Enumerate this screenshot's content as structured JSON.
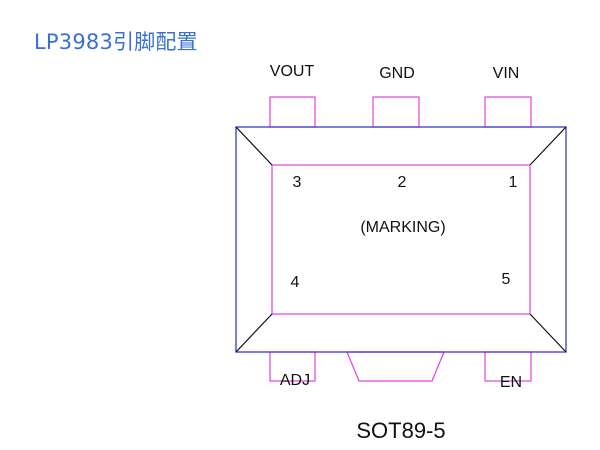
{
  "title": "LP3983引脚配置",
  "colors": {
    "title": "#3a6fd8",
    "body_outline": "#3a3ad0",
    "pad_outline": "#e040e0",
    "text": "#111111"
  },
  "pins_top": [
    {
      "name": "VOUT",
      "number": "3"
    },
    {
      "name": "GND",
      "number": "2"
    },
    {
      "name": "VIN",
      "number": "1"
    }
  ],
  "pins_bottom": [
    {
      "name": "ADJ",
      "number": "4"
    },
    {
      "name": "EN",
      "number": "5"
    }
  ],
  "marking": "(MARKING)",
  "package": "SOT89-5"
}
